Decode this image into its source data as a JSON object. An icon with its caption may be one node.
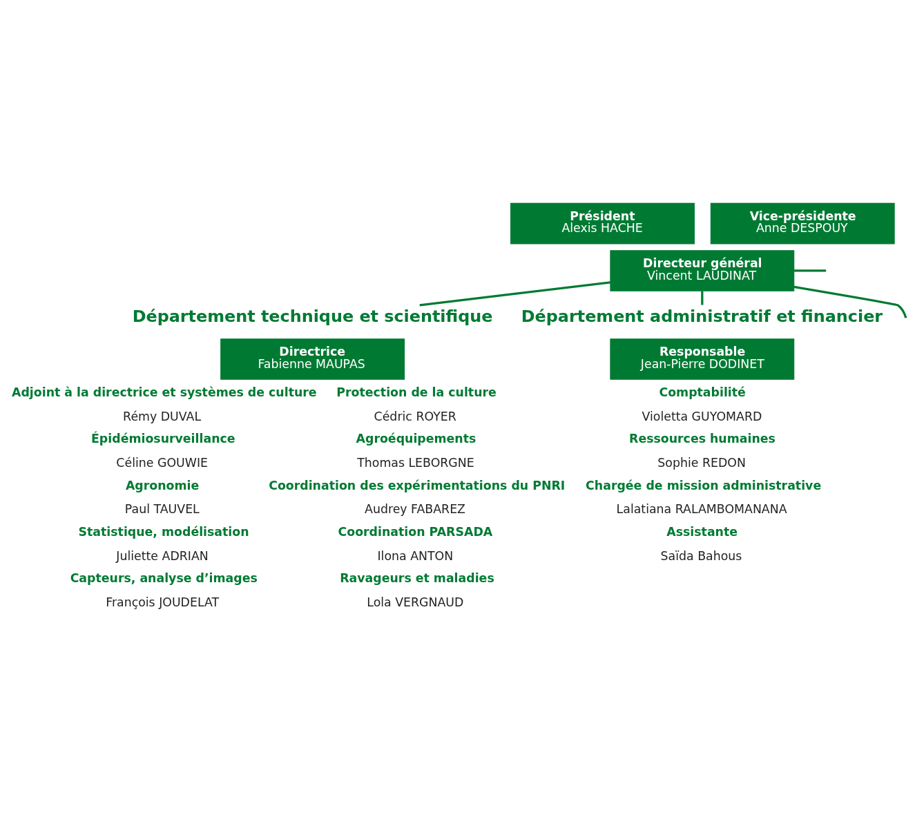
{
  "diagram": {
    "nodes": [
      {
        "text": [
          "Président",
          "Alexis HACHE"
        ]
      },
      {
        "text": [
          "Vice-présidente",
          "Anne DESPOUY"
        ]
      },
      {
        "text": [
          "Directeur général",
          "Vincent LAUDINAT"
        ]
      },
      {
        "text": [
          "Département technique et scientifique"
        ]
      },
      {
        "text": [
          "Directrice",
          "Fabienne MAUPAS"
        ]
      },
      {
        "text": [
          "Département administratif et financier"
        ]
      },
      {
        "text": [
          "Responsable",
          "Jean-Pierre DODINET"
        ]
      }
    ],
    "edges": [
      {
        "from": 2,
        "to": null,
        "arrow": "none"
      },
      {
        "from": 2,
        "to": 3,
        "arrow": "none"
      },
      {
        "from": 2,
        "to": 5,
        "arrow": "none"
      },
      {
        "from": 2,
        "to": null,
        "arrow": "none"
      }
    ],
    "labels": [
      "Adjoint à la directrice et systèmes de culture",
      "Rémy DUVAL",
      "Épidémiosurveillance",
      "Céline GOUWIE",
      "Agronomie",
      "Paul TAUVEL",
      "Statistique, modélisation",
      "Juliette ADRIAN",
      "Capteurs, analyse d’images",
      "François JOUDELAT",
      "Protection de la culture",
      "Cédric ROYER",
      "Agroéquipements",
      "Thomas LEBORGNE",
      "Coordination des expérimentations du PNRI",
      "Audrey FABAREZ",
      "Coordination PARSADA",
      "Ilona ANTON",
      "Ravageurs et maladies",
      "Lola VERGNAUD",
      "Comptabilité",
      "Violetta GUYOMARD",
      "Ressources humaines",
      "Sophie REDON",
      "Chargée de mission administrative",
      "Lalatiana RALAMBOMANANA",
      "Assistante",
      "Saïda Bahous"
    ]
  }
}
